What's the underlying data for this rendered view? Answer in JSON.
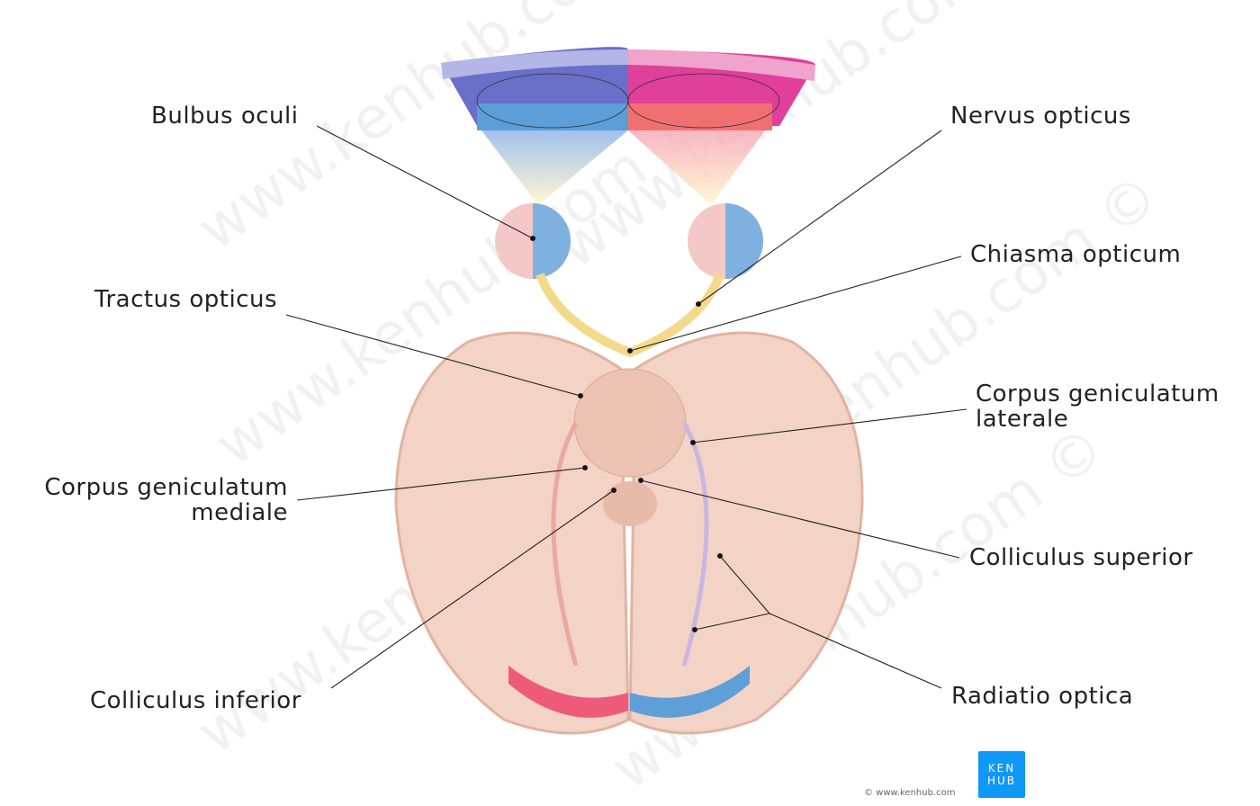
{
  "labels": {
    "bulbus_oculi": "Bulbus oculi",
    "nervus_opticus": "Nervus opticus",
    "chiasma_opticum": "Chiasma opticum",
    "tractus_opticus": "Tractus opticus",
    "cgl_line1": "Corpus geniculatum",
    "cgl_line2": "laterale",
    "cgm_line1": "Corpus geniculatum",
    "cgm_line2": "mediale",
    "colliculus_superior": "Colliculus superior",
    "colliculus_inferior": "Colliculus inferior",
    "radiatio_optica": "Radiatio optica"
  },
  "watermark": "www.kenhub.com ©",
  "logo": {
    "line1": "KEN",
    "line2": "HUB",
    "color": "#0f98f5"
  },
  "copyright": "© www.kenhub.com",
  "colors": {
    "tissue": "#f2d3c6",
    "tissue_dark": "#e2b3a2",
    "left_field": "#6a6fc9",
    "right_field": "#e03f9a",
    "yellow": "#f7eebb"
  }
}
